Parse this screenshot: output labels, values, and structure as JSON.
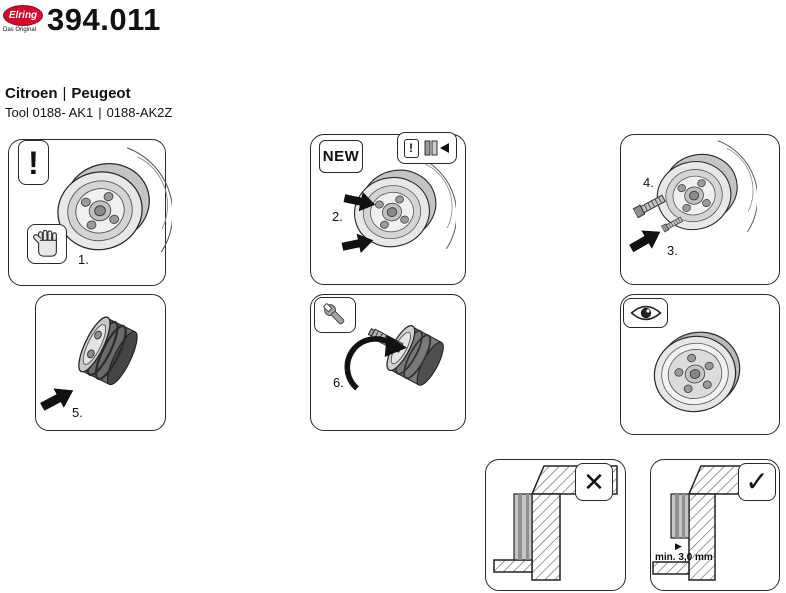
{
  "header": {
    "logo": {
      "brand": "Elring",
      "tagline": "Das Original",
      "color": "#d20a2e"
    },
    "part_number": "394.011",
    "vehicles": {
      "left": "Citroen",
      "separator": "|",
      "right": "Peugeot"
    },
    "tool_line": {
      "label": "Tool 0188- AK1",
      "separator": "|",
      "alt": "0188-AK2Z"
    }
  },
  "steps": {
    "s1": "1.",
    "s2": "2.",
    "s3": "3.",
    "s4": "4.",
    "s5": "5.",
    "s6": "6."
  },
  "badges": {
    "new": "NEW"
  },
  "icons": {
    "warning": "!",
    "wrong_mark": "✕",
    "check_mark": "✓",
    "pointer": "▶"
  },
  "annotations": {
    "min_gap": "min. 3,0 mm"
  },
  "colors": {
    "brand_red": "#d20a2e",
    "line": "#222222",
    "steel_gray": "#c6c6c6"
  }
}
